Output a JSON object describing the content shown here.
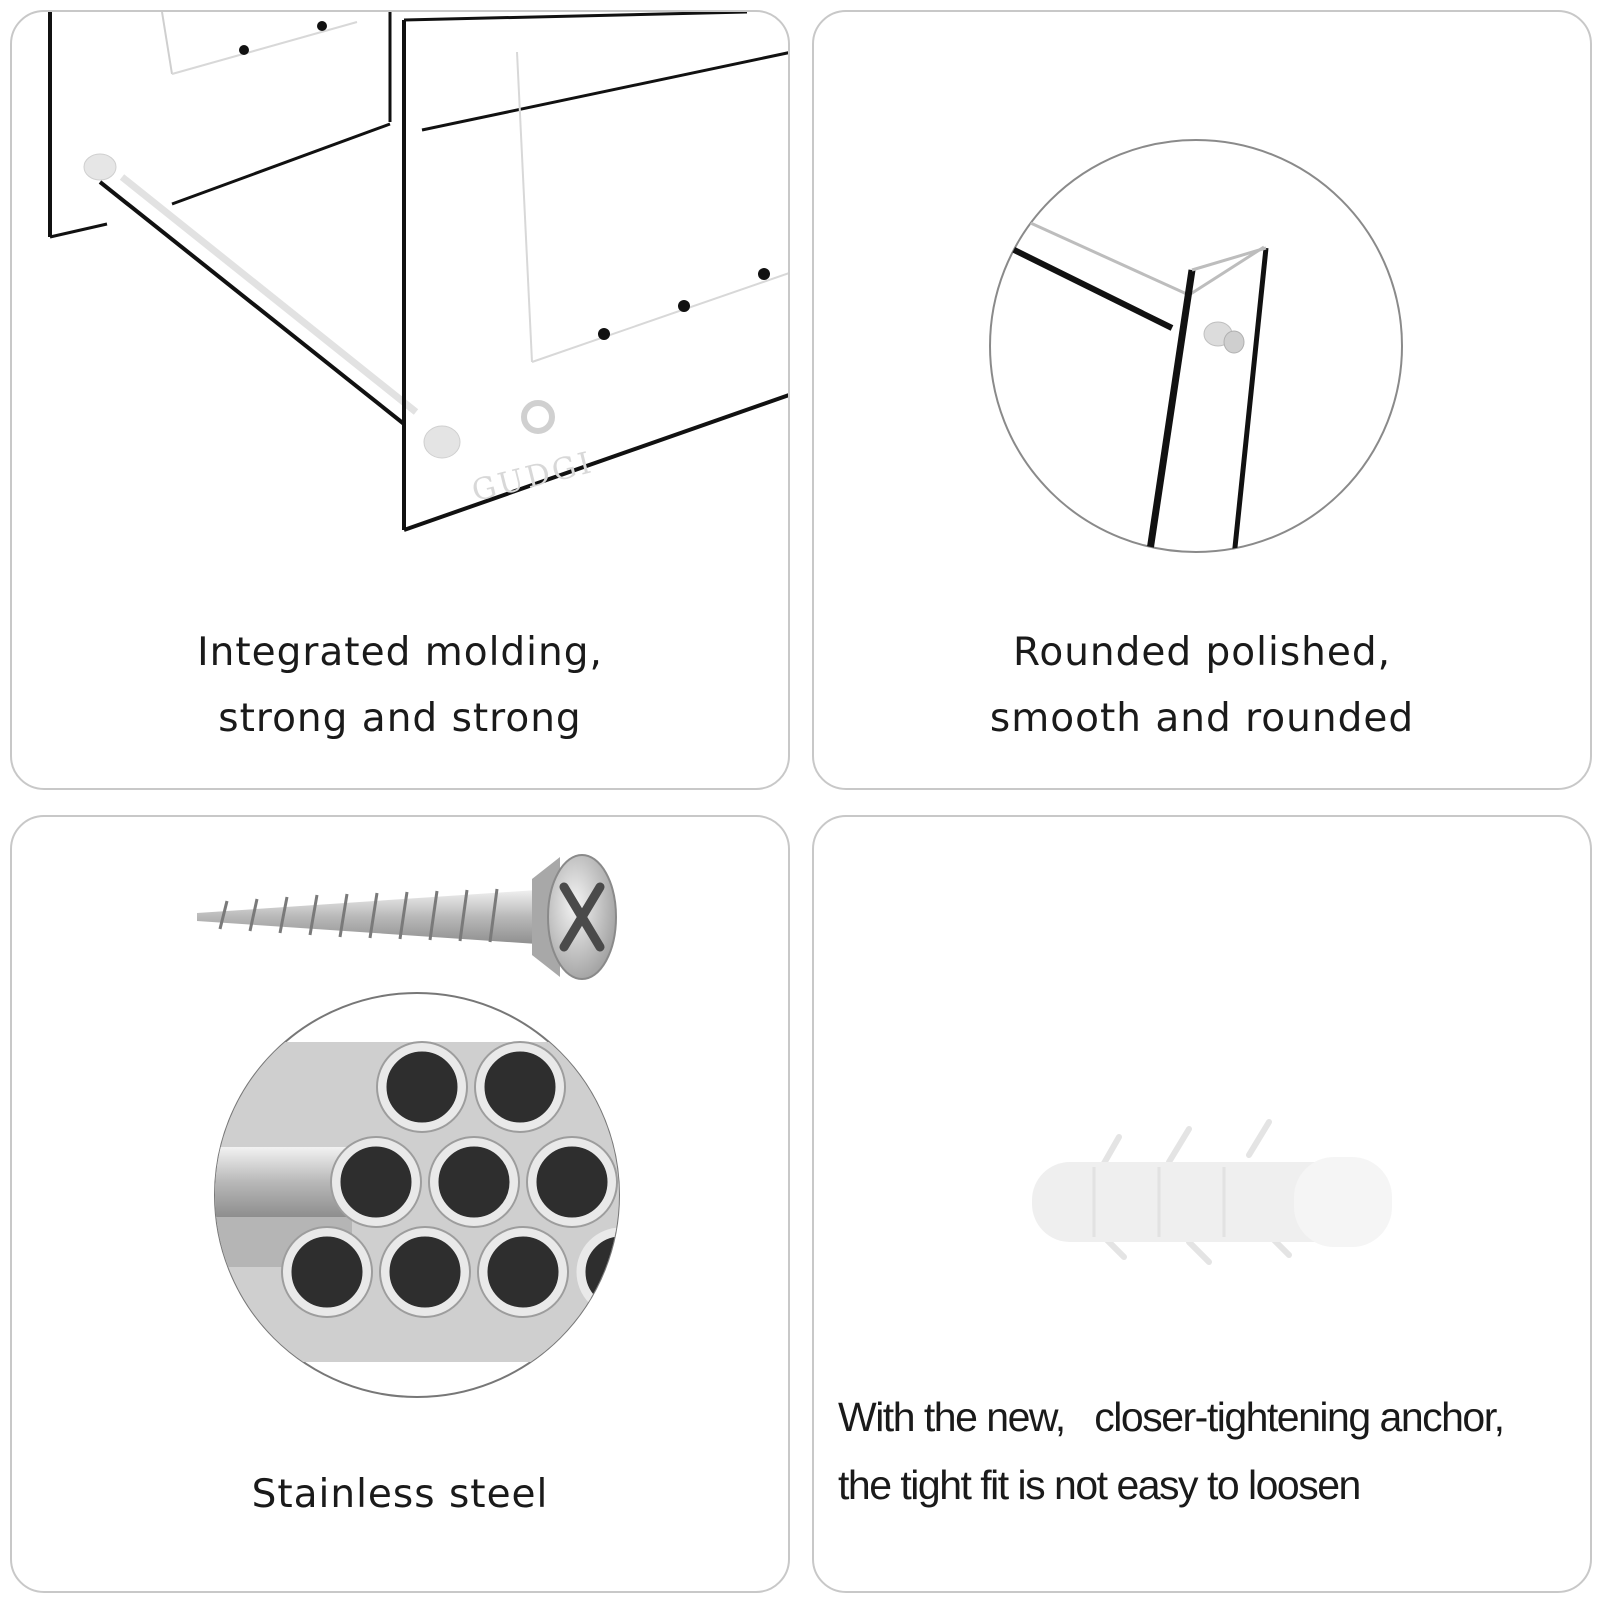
{
  "panels": [
    {
      "caption_lines": [
        "Integrated molding,",
        "strong and strong"
      ],
      "brand": "GUDGI",
      "illustration_icon": "acrylic-stand-icon"
    },
    {
      "caption_lines": [
        "Rounded polished,",
        "smooth and rounded"
      ],
      "illustration_icon": "polished-edge-closeup-icon"
    },
    {
      "caption_lines": [
        "Stainless steel"
      ],
      "illustration_icon": "screw-and-steel-tubes-icon"
    },
    {
      "caption_lines": [
        "With the new,   closer-tightening anchor,",
        "the tight fit is not easy to loosen"
      ],
      "illustration_icon": "wall-anchor-icon"
    }
  ]
}
